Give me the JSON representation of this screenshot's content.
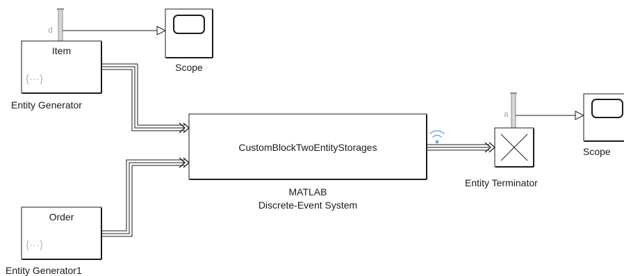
{
  "blocks": {
    "scope_top": {
      "label": "Scope"
    },
    "gen_item": {
      "label": "Entity Generator",
      "inner_label": "Item",
      "icon_text": "{···}",
      "port_label": "d"
    },
    "gen_order": {
      "label": "Entity Generator1",
      "inner_label": "Order",
      "icon_text": "{···}"
    },
    "des_system": {
      "inner_label": "CustomBlockTwoEntityStorages",
      "caption_line1": "MATLAB",
      "caption_line2": "Discrete-Event System",
      "icon": "wireless-icon"
    },
    "terminator": {
      "label": "Entity Terminator",
      "port_label": "a"
    },
    "scope_right": {
      "label": "Scope"
    }
  },
  "colors": {
    "stroke": "#1a1a1a",
    "port": "#9a9a9a",
    "icon": "#6fa8dc",
    "muted": "#b5b5b5"
  }
}
